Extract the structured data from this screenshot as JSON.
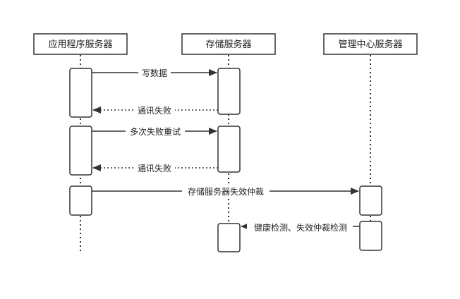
{
  "participants": [
    {
      "id": "app",
      "label": "应用程序服务器"
    },
    {
      "id": "storage",
      "label": "存储服务器"
    },
    {
      "id": "mgmt",
      "label": "管理中心服务器"
    }
  ],
  "messages": [
    {
      "from": "app",
      "to": "storage",
      "label": "写数据",
      "style": "solid"
    },
    {
      "from": "storage",
      "to": "app",
      "label": "通讯失败",
      "style": "dotted"
    },
    {
      "from": "app",
      "to": "storage",
      "label": "多次失败重试",
      "style": "solid"
    },
    {
      "from": "storage",
      "to": "app",
      "label": "通讯失败",
      "style": "dotted"
    },
    {
      "from": "app",
      "to": "mgmt",
      "label": "存储服务器失效仲裁",
      "style": "solid"
    },
    {
      "from": "mgmt",
      "to": "storage",
      "label": "健康检测、失效仲裁检测",
      "style": "solid"
    }
  ],
  "colors": {
    "line": "#333333",
    "text": "#222222",
    "background": "#ffffff"
  }
}
